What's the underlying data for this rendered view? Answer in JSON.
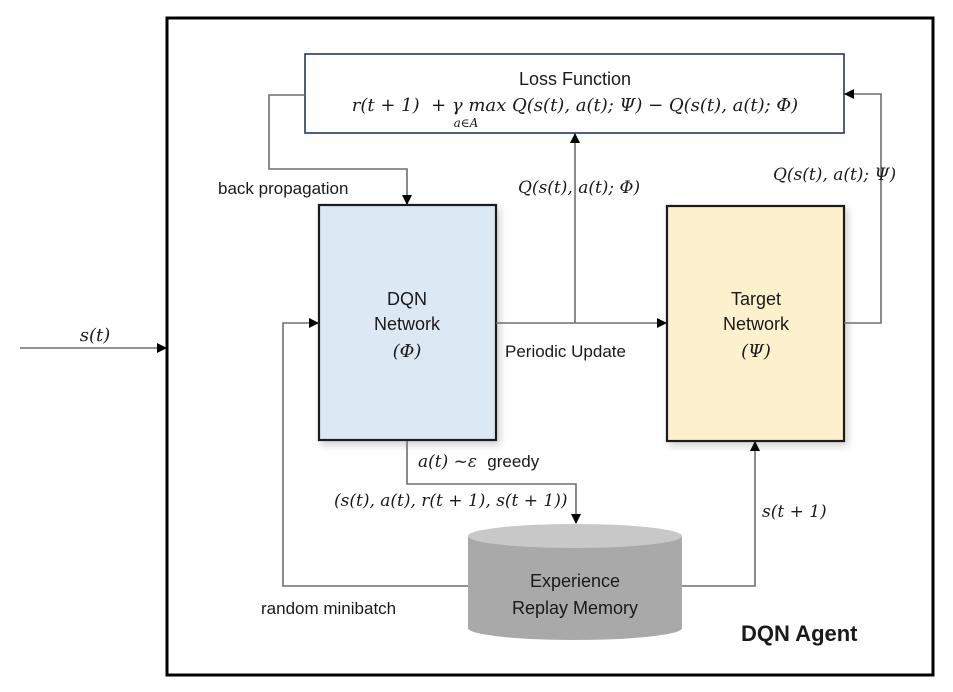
{
  "diagram": {
    "title": "DQN Agent",
    "colors": {
      "dqn_fill": "#dde8f5",
      "target_fill": "#fdf0cc",
      "memory_fill": "#a9a9a9",
      "memory_top": "#c8c8c8",
      "loss_border": "#1f3864",
      "frame": "#000000",
      "connector": "#6e6e6e"
    },
    "nodes": {
      "loss": {
        "title": "Loss Function",
        "formula_main": "r(t + 1)  + γ max Q(s(t), a(t); Ψ) − Q(s(t), a(t); Φ)",
        "formula_sub": "a∈A"
      },
      "dqn": {
        "line1": "DQN",
        "line2": "Network",
        "line3": "(Φ)"
      },
      "target": {
        "line1": "Target",
        "line2": "Network",
        "line3": "(Ψ)"
      },
      "memory": {
        "line1": "Experience",
        "line2": "Replay Memory"
      }
    },
    "edges": {
      "input_state": "s(t)",
      "back_propagation": "back propagation",
      "q_phi": "Q(s(t), a(t); Φ)",
      "q_psi": "Q(s(t), a(t); Ψ)",
      "periodic_update": "Periodic Update",
      "action_prefix": "a(t) ~ε",
      "action_suffix": "greedy",
      "transition": "(s(t), a(t), r(t + 1), s(t + 1))",
      "next_state": "s(t + 1)",
      "random_minibatch": "random minibatch"
    }
  }
}
